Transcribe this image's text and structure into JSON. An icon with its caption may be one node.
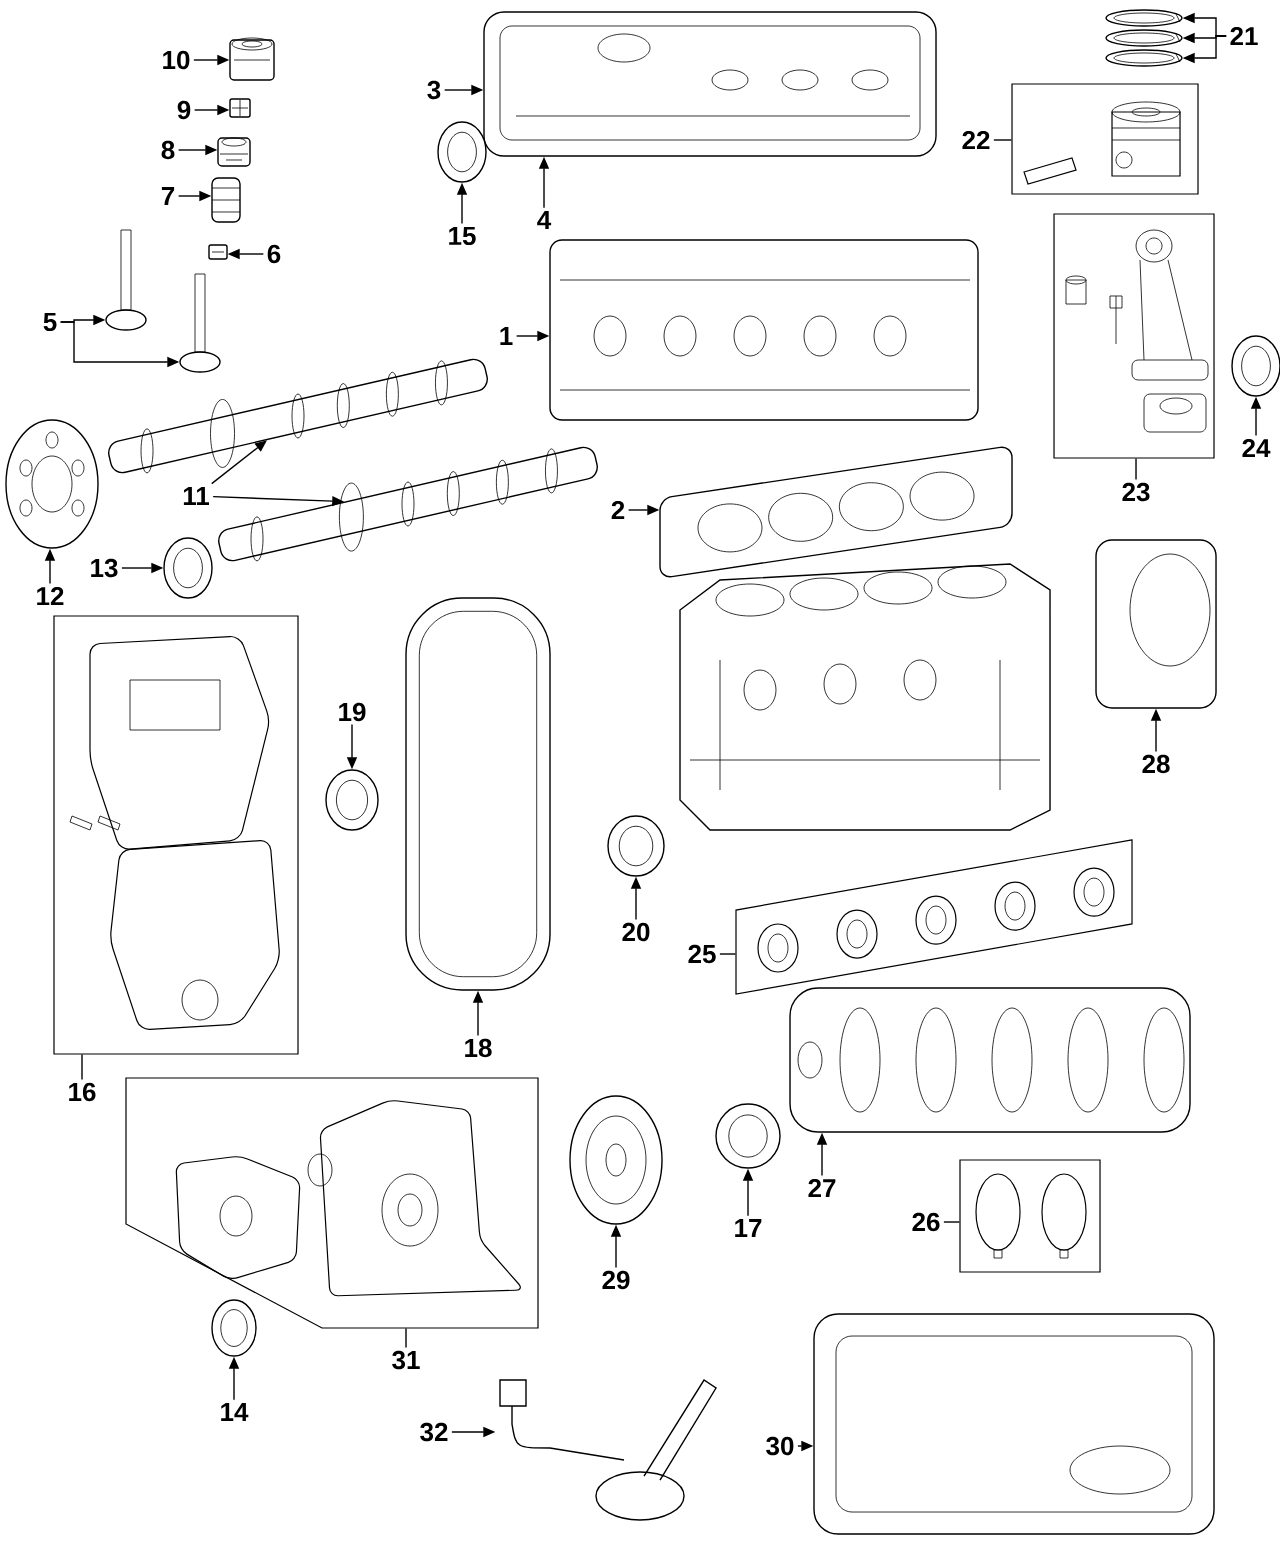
{
  "diagram": {
    "nodes": [
      {
        "text": [
          "10"
        ]
      },
      {
        "text": [],
        "shape": "picture"
      },
      {
        "text": [
          "9"
        ]
      },
      {
        "text": [],
        "shape": "picture"
      },
      {
        "text": [
          "8"
        ]
      },
      {
        "text": [],
        "shape": "picture"
      },
      {
        "text": [
          "7"
        ]
      },
      {
        "text": [],
        "shape": "picture"
      },
      {
        "text": [
          "6"
        ]
      },
      {
        "text": [],
        "shape": "picture"
      },
      {
        "text": [
          "5"
        ]
      },
      {
        "text": [],
        "shape": "picture"
      },
      {
        "text": [],
        "shape": "picture"
      },
      {
        "text": [
          "3"
        ]
      },
      {
        "text": [],
        "shape": "picture"
      },
      {
        "text": [
          "4"
        ]
      },
      {
        "text": [
          "15"
        ]
      },
      {
        "text": [],
        "shape": "picture"
      },
      {
        "text": [
          "21"
        ]
      },
      {
        "text": [],
        "shape": "picture"
      },
      {
        "text": [],
        "shape": "picture"
      },
      {
        "text": [],
        "shape": "picture"
      },
      {
        "text": [
          "22"
        ]
      },
      {
        "text": [],
        "shape": "box"
      },
      {
        "text": [
          "1"
        ]
      },
      {
        "text": [],
        "shape": "picture"
      },
      {
        "text": [
          "23"
        ]
      },
      {
        "text": [],
        "shape": "box"
      },
      {
        "text": [
          "24"
        ]
      },
      {
        "text": [],
        "shape": "picture"
      },
      {
        "text": [
          "12"
        ]
      },
      {
        "text": [],
        "shape": "picture"
      },
      {
        "text": [
          "11"
        ]
      },
      {
        "text": [],
        "shape": "picture"
      },
      {
        "text": [],
        "shape": "picture"
      },
      {
        "text": [
          "13"
        ]
      },
      {
        "text": [],
        "shape": "picture"
      },
      {
        "text": [
          "2"
        ]
      },
      {
        "text": [],
        "shape": "picture"
      },
      {
        "text": [
          "16"
        ]
      },
      {
        "text": [],
        "shape": "box"
      },
      {
        "text": [
          "19"
        ]
      },
      {
        "text": [],
        "shape": "picture"
      },
      {
        "text": [
          "18"
        ]
      },
      {
        "text": [],
        "shape": "picture"
      },
      {
        "text": [
          "28"
        ]
      },
      {
        "text": [],
        "shape": "picture"
      },
      {
        "text": [
          "20"
        ]
      },
      {
        "text": [],
        "shape": "picture"
      },
      {
        "text": [
          "25"
        ]
      },
      {
        "text": [],
        "shape": "box"
      },
      {
        "text": [
          "27"
        ]
      },
      {
        "text": [],
        "shape": "picture"
      },
      {
        "text": [
          "26"
        ]
      },
      {
        "text": [],
        "shape": "box"
      },
      {
        "text": [
          "17"
        ]
      },
      {
        "text": [],
        "shape": "picture"
      },
      {
        "text": [
          "29"
        ]
      },
      {
        "text": [],
        "shape": "picture"
      },
      {
        "text": [
          "31"
        ]
      },
      {
        "text": [],
        "shape": "box"
      },
      {
        "text": [
          "14"
        ]
      },
      {
        "text": [],
        "shape": "picture"
      },
      {
        "text": [
          "32"
        ]
      },
      {
        "text": [],
        "shape": "picture"
      },
      {
        "text": [
          "30"
        ]
      },
      {
        "text": [],
        "shape": "picture"
      }
    ],
    "edges": [
      {
        "from": 0,
        "to": 1,
        "arrow": "to"
      },
      {
        "from": 2,
        "to": 3,
        "arrow": "to"
      },
      {
        "from": 4,
        "to": 5,
        "arrow": "to"
      },
      {
        "from": 6,
        "to": 7,
        "arrow": "to"
      },
      {
        "from": 8,
        "to": 9,
        "arrow": "to"
      },
      {
        "from": 10,
        "to": 11,
        "arrow": "to"
      },
      {
        "from": 10,
        "to": 12,
        "arrow": "to"
      },
      {
        "from": 13,
        "to": 14,
        "arrow": "to"
      },
      {
        "from": 15,
        "to": 14,
        "arrow": "to"
      },
      {
        "from": 16,
        "to": 17,
        "arrow": "to"
      },
      {
        "from": 18,
        "to": 19,
        "arrow": "to"
      },
      {
        "from": 18,
        "to": 20,
        "arrow": "to"
      },
      {
        "from": 18,
        "to": 21,
        "arrow": "to"
      },
      {
        "from": 22,
        "to": 23,
        "arrow": "none"
      },
      {
        "from": 24,
        "to": 25,
        "arrow": "to"
      },
      {
        "from": 26,
        "to": 27,
        "arrow": "none"
      },
      {
        "from": 28,
        "to": 29,
        "arrow": "to"
      },
      {
        "from": 30,
        "to": 31,
        "arrow": "to"
      },
      {
        "from": 32,
        "to": 33,
        "arrow": "to"
      },
      {
        "from": 32,
        "to": 34,
        "arrow": "to"
      },
      {
        "from": 35,
        "to": 36,
        "arrow": "to"
      },
      {
        "from": 37,
        "to": 38,
        "arrow": "to"
      },
      {
        "from": 39,
        "to": 40,
        "arrow": "none"
      },
      {
        "from": 41,
        "to": 42,
        "arrow": "to"
      },
      {
        "from": 43,
        "to": 44,
        "arrow": "to"
      },
      {
        "from": 45,
        "to": 46,
        "arrow": "to"
      },
      {
        "from": 47,
        "to": 48,
        "arrow": "to"
      },
      {
        "from": 49,
        "to": 50,
        "arrow": "none"
      },
      {
        "from": 51,
        "to": 52,
        "arrow": "to"
      },
      {
        "from": 53,
        "to": 54,
        "arrow": "none"
      },
      {
        "from": 55,
        "to": 56,
        "arrow": "to"
      },
      {
        "from": 57,
        "to": 58,
        "arrow": "to"
      },
      {
        "from": 59,
        "to": 60,
        "arrow": "none"
      },
      {
        "from": 61,
        "to": 62,
        "arrow": "to"
      },
      {
        "from": 63,
        "to": 64,
        "arrow": "to"
      },
      {
        "from": 65,
        "to": 66,
        "arrow": "to"
      }
    ]
  }
}
